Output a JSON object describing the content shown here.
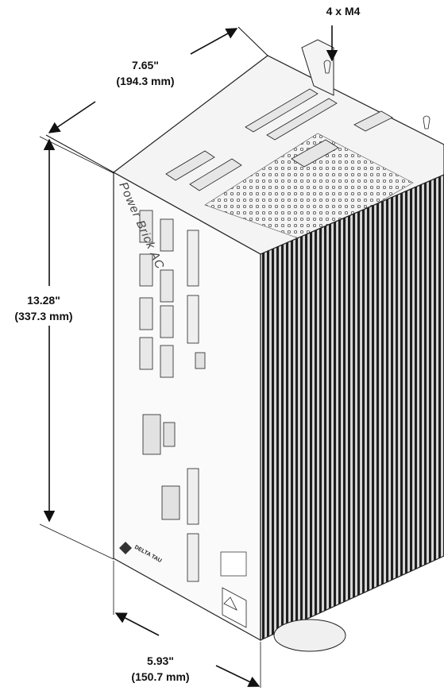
{
  "dimensions": {
    "mounting": {
      "label": "4 x M4"
    },
    "width": {
      "inches": "7.65\"",
      "mm": "(194.3 mm)"
    },
    "height": {
      "inches": "13.28\"",
      "mm": "(337.3 mm)"
    },
    "depth": {
      "inches": "5.93\"",
      "mm": "(150.7 mm)"
    }
  },
  "device": {
    "brand_text": "Power Brick AC",
    "logo_text": "DELTA TAU"
  },
  "colors": {
    "line": "#111111",
    "body_outline": "#222222",
    "fin": "#1f1f1f",
    "fin_gap": "#d8d8d8"
  }
}
